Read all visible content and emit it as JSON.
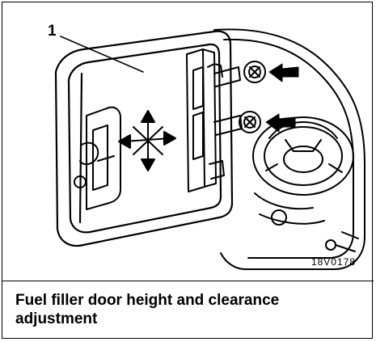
{
  "figure": {
    "callout_number": "1",
    "figure_code": "18V0178"
  },
  "caption": "Fuel filler door height and clearance adjustment",
  "colors": {
    "ink": "#000000",
    "background": "#ffffff"
  }
}
